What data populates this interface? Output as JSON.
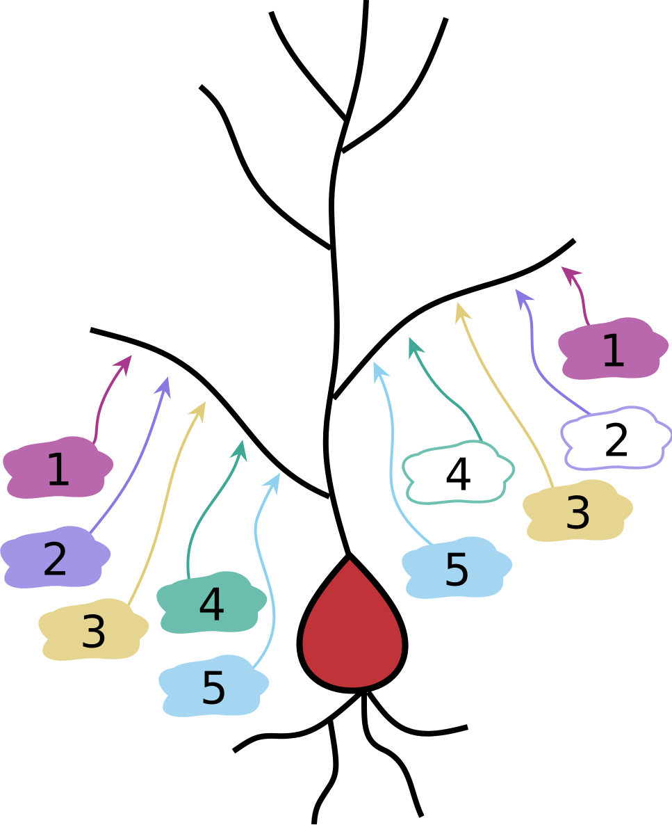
{
  "colors": {
    "stroke": "#000000",
    "soma": "#c03338",
    "input_1": "#b968ae",
    "input_2": "#a295e6",
    "input_3": "#e5d590",
    "input_4": "#6bbdae",
    "input_5": "#a4d6f2",
    "arrow_1": "#a8388c",
    "arrow_2": "#8b77e2",
    "arrow_3": "#dfcd7c",
    "arrow_4": "#3fa894",
    "arrow_5": "#8fd0ef",
    "outline_2": "#a89bea",
    "outline_4": "#6ec0b0"
  },
  "left_inputs": [
    {
      "label": "1"
    },
    {
      "label": "2"
    },
    {
      "label": "3"
    },
    {
      "label": "4"
    },
    {
      "label": "5"
    }
  ],
  "right_inputs": [
    {
      "label": "1"
    },
    {
      "label": "2"
    },
    {
      "label": "3"
    },
    {
      "label": "4"
    },
    {
      "label": "5"
    }
  ]
}
